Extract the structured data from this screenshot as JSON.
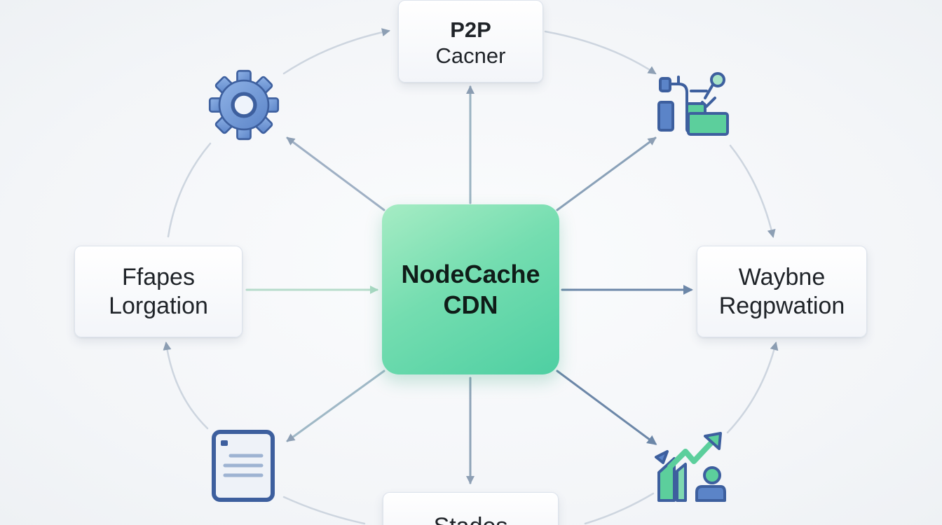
{
  "center": {
    "line1": "NodeCache",
    "line2": "CDN"
  },
  "nodes": {
    "top": {
      "line1": "P2P",
      "line2": "Cacner"
    },
    "left": {
      "line1": "Ffapes",
      "line2": "Lorgation"
    },
    "right": {
      "line1": "Waybne",
      "line2": "Regpwation"
    },
    "bottom": {
      "line1": "Stades"
    }
  },
  "icons": {
    "top_left": "gear-icon",
    "top_right": "faucet-check-icon",
    "bottom_left": "document-icon",
    "bottom_right": "growth-chart-user-icon"
  },
  "colors": {
    "center_start": "#a6ecc4",
    "center_end": "#4ecfa2",
    "arrow": "#8d9fb4",
    "icon_blue": "#3d5f9e",
    "icon_green": "#5ccf9c"
  }
}
